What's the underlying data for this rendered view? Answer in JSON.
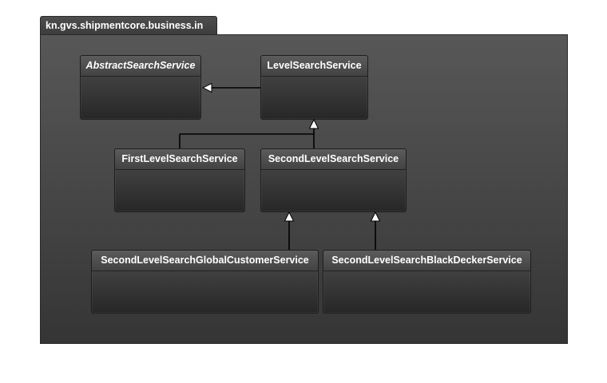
{
  "package": {
    "name": "kn.gvs.shipmentcore.business.in"
  },
  "classes": {
    "abstract_search_service": "AbstractSearchService",
    "level_search_service": "LevelSearchService",
    "first_level_search_service": "FirstLevelSearchService",
    "second_level_search_service": "SecondLevelSearchService",
    "second_level_global_customer": "SecondLevelSearchGlobalCustomerService",
    "second_level_black_decker": "SecondLevelSearchBlackDeckerService"
  },
  "relations": [
    {
      "type": "generalization",
      "from": "LevelSearchService",
      "to": "AbstractSearchService"
    },
    {
      "type": "generalization",
      "from": "FirstLevelSearchService",
      "to": "LevelSearchService"
    },
    {
      "type": "generalization",
      "from": "SecondLevelSearchService",
      "to": "LevelSearchService"
    },
    {
      "type": "generalization",
      "from": "SecondLevelSearchGlobalCustomerService",
      "to": "SecondLevelSearchService"
    },
    {
      "type": "generalization",
      "from": "SecondLevelSearchBlackDeckerService",
      "to": "SecondLevelSearchService"
    }
  ],
  "colors": {
    "package_fill": "#4a4a4a",
    "class_fill": "#3a3a3a",
    "text": "#ffffff",
    "edge": "#000000",
    "arrowhead_fill": "#ffffff"
  }
}
